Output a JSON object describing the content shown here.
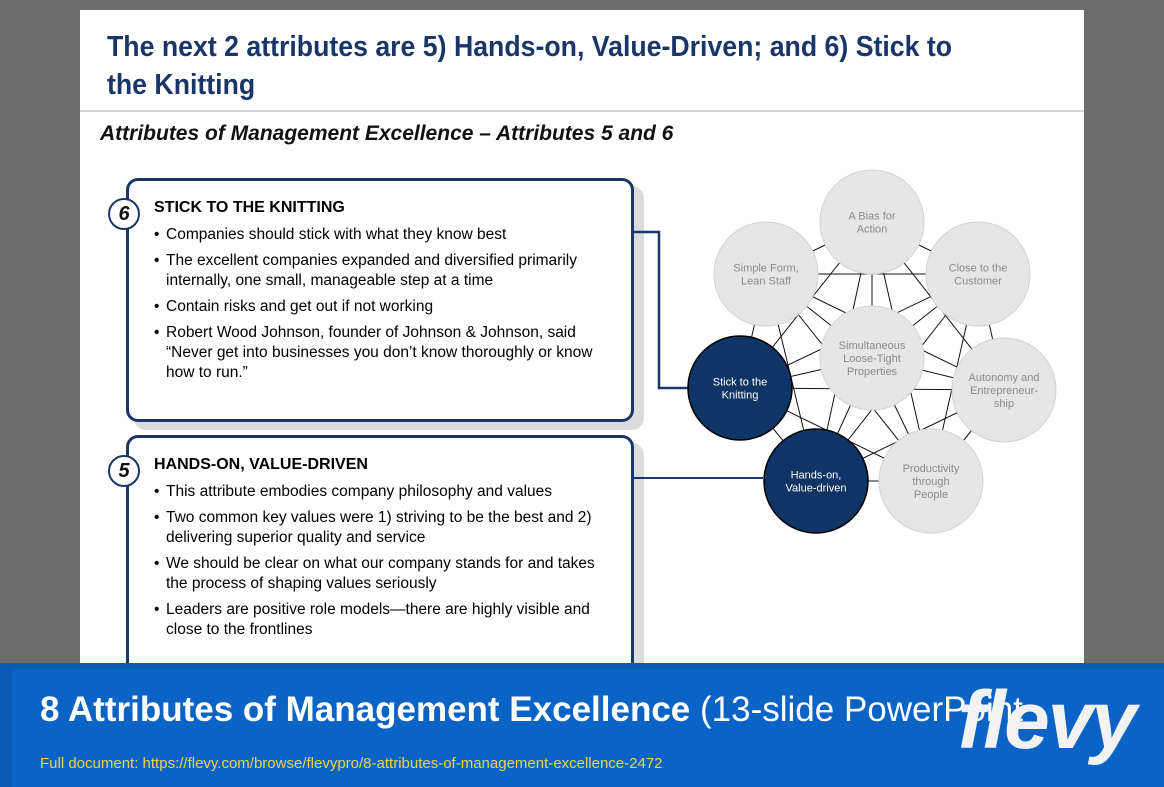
{
  "slide": {
    "title": "The next 2 attributes are 5) Hands-on, Value-Driven; and 6) Stick to the Knitting",
    "subtitle": "Attributes of Management Excellence – Attributes 5 and 6"
  },
  "attribute_6": {
    "number": "6",
    "heading": "STICK TO THE KNITTING",
    "bullets": [
      "Companies should stick with what they know best",
      "The excellent companies expanded and diversified primarily internally, one small, manageable step at a time",
      "Contain risks and get out if not working",
      "Robert Wood Johnson, founder of Johnson & Johnson, said “Never get into businesses you don’t know thoroughly or know how to run.”"
    ]
  },
  "attribute_5": {
    "number": "5",
    "heading": "HANDS-ON, VALUE-DRIVEN",
    "bullets": [
      "This attribute embodies company philosophy and values",
      "Two common key values were 1) striving to be the best and 2) delivering superior quality and service",
      "We should be clear on what our company stands for and takes the process of shaping values seriously",
      "Leaders are positive role models—there are highly visible and close to the frontlines"
    ]
  },
  "diagram": {
    "nodes": {
      "bias": [
        "A Bias for",
        "Action"
      ],
      "close": [
        "Close to the",
        "Customer"
      ],
      "autonomy": [
        "Autonomy and",
        "Entrepreneur-",
        "ship"
      ],
      "productivity": [
        "Productivity",
        "through",
        "People"
      ],
      "hands_on": [
        "Hands-on,",
        "Value-driven"
      ],
      "stick": [
        "Stick to the",
        "Knitting"
      ],
      "simple": [
        "Simple Form,",
        "Lean Staff"
      ],
      "simultaneous": [
        "Simultaneous",
        "Loose-Tight",
        "Properties"
      ]
    },
    "colors": {
      "highlight": "#0f3466",
      "inactive": "#e6e6e6",
      "inactive_text": "#8a8a8a"
    }
  },
  "banner": {
    "title_bold": "8 Attributes of Management Excellence",
    "title_light": "(13-slide PowerPoint",
    "link": "Full document: https://flevy.com/browse/flevypro/8-attributes-of-management-excellence-2472",
    "logo": "flevy"
  }
}
